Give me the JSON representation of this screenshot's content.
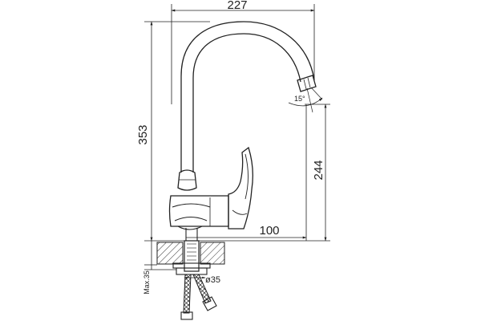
{
  "drawing": {
    "dimensions": {
      "spout_reach": "227",
      "total_height": "353",
      "outlet_height": "244",
      "handle_reach": "100",
      "hole_diameter": "ø35",
      "max_counter_thickness": "Max.35",
      "swivel_angle": "15°"
    }
  }
}
